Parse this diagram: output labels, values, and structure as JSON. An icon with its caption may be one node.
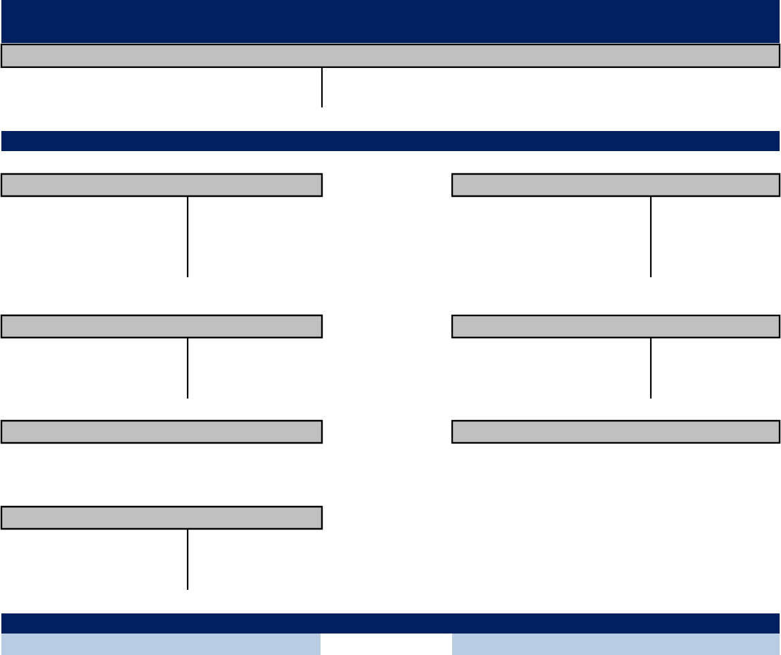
{
  "diagram": {
    "nodes": [
      {
        "text": [],
        "shape": "bar"
      },
      {
        "text": [],
        "shape": "box"
      },
      {
        "text": [],
        "shape": "bar"
      },
      {
        "text": [],
        "shape": "box"
      },
      {
        "text": [],
        "shape": "box"
      },
      {
        "text": [],
        "shape": "box"
      },
      {
        "text": [],
        "shape": "box"
      },
      {
        "text": [],
        "shape": "box"
      },
      {
        "text": [],
        "shape": "box"
      },
      {
        "text": [],
        "shape": "box"
      },
      {
        "text": [],
        "shape": "bar"
      },
      {
        "text": [],
        "shape": "band"
      },
      {
        "text": [],
        "shape": "band"
      }
    ],
    "edges": [
      {
        "from": 1,
        "to": null,
        "arrow": "none"
      },
      {
        "from": 3,
        "to": null,
        "arrow": "none"
      },
      {
        "from": 4,
        "to": null,
        "arrow": "none"
      },
      {
        "from": 5,
        "to": null,
        "arrow": "none"
      },
      {
        "from": 6,
        "to": null,
        "arrow": "none"
      },
      {
        "from": 9,
        "to": null,
        "arrow": "none"
      }
    ]
  }
}
